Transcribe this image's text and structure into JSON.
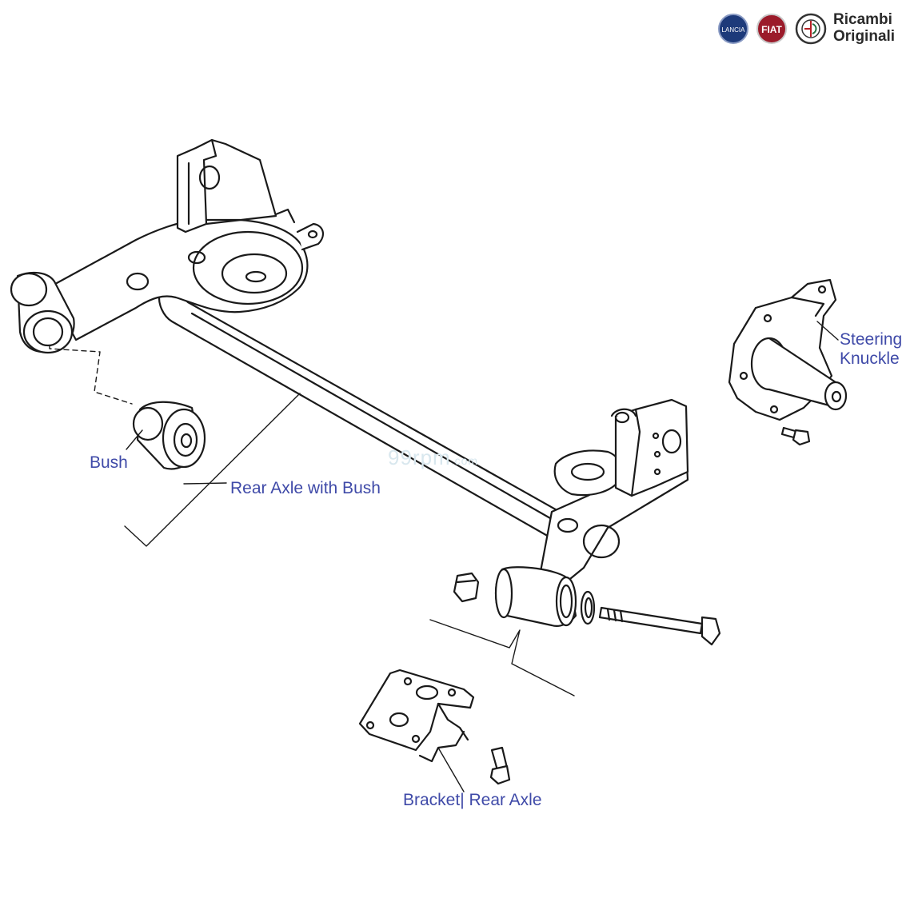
{
  "brand": {
    "logos": [
      "lancia-logo",
      "fiat-logo",
      "alfa-romeo-logo"
    ],
    "logo_lettering": [
      "LANCIA",
      "FIAT"
    ],
    "text_line1": "Ricambi",
    "text_line2": "Originali"
  },
  "watermark": {
    "main": "99rpm",
    "suffix": ".com"
  },
  "labels": {
    "steering_knuckle_1": "Steering",
    "steering_knuckle_2": "Knuckle",
    "bush": "Bush",
    "rear_axle_with_bush": "Rear Axle with Bush",
    "bracket_rear_axle": "Bracket| Rear Axle"
  },
  "colors": {
    "label": "#3f4aa8",
    "line": "#1a1a1a",
    "watermark": "#d8e7ee",
    "lancia": "#1d3a7a",
    "fiat": "#9b1b2a"
  }
}
